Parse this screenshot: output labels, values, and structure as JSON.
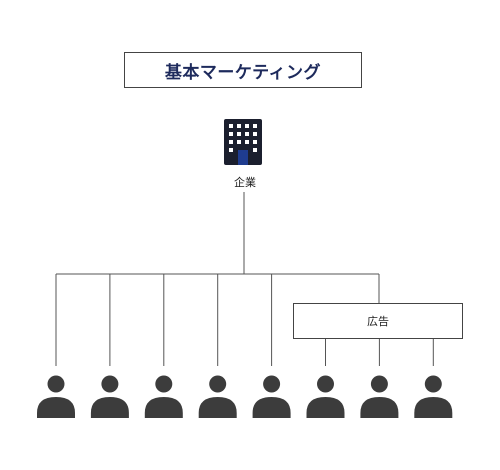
{
  "title": "基本マーケティング",
  "company": {
    "label": "企業",
    "icon": "building-icon"
  },
  "channel": {
    "label": "広告"
  },
  "people": {
    "direct_count": 5,
    "via_channel_count": 3,
    "icon": "person-icon"
  },
  "colors": {
    "title_text": "#1d2a5c",
    "icon": "#3c3c3c",
    "building": "#1b1f2e",
    "building_window": "#ffffff",
    "building_door": "#1f3c8f",
    "line": "#555555",
    "border": "#444444"
  }
}
